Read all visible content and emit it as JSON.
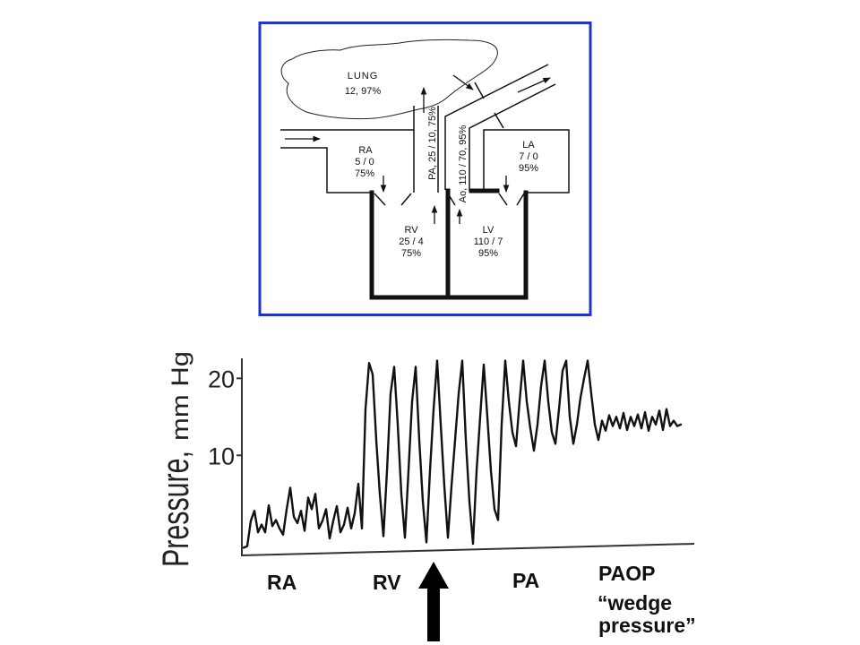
{
  "diagram": {
    "frame_color": "#2233cc",
    "lung": {
      "label": "LUNG",
      "values": "12, 97%"
    },
    "ra": {
      "label": "RA",
      "pressure": "5 / 0",
      "saturation": "75%"
    },
    "rv": {
      "label": "RV",
      "pressure": "25 / 4",
      "saturation": "75%"
    },
    "la": {
      "label": "LA",
      "pressure": "7 / 0",
      "saturation": "95%"
    },
    "lv": {
      "label": "LV",
      "pressure": "110 / 7",
      "saturation": "95%"
    },
    "pa": "PA, 25 / 10, 75%",
    "ao": "Ao, 110 / 70, 95%"
  },
  "chart_data": {
    "type": "line",
    "ylabel": {
      "main": "Pressure,",
      "unit": "mm Hg"
    },
    "yticks": [
      20,
      10
    ],
    "ylim": [
      -3,
      22.6
    ],
    "grid": false,
    "trace_color": "#111111",
    "phase_labels": {
      "ra": "RA",
      "rv": "RV",
      "pa": "PA",
      "paop": [
        "PAOP",
        "“wedge",
        "pressure”"
      ]
    },
    "series": [
      {
        "values": [
          -2.0,
          -1.8,
          1.5,
          2.8,
          0.0,
          1.0,
          0.0,
          3.5,
          0.8,
          1.6,
          0.5,
          -0.3,
          3.0,
          5.8,
          2.0,
          1.2,
          2.8,
          0.2,
          4.5,
          3.0,
          5.0,
          0.5,
          1.5,
          3.0,
          -0.8,
          1.5,
          3.4,
          0.0,
          1.0,
          3.2,
          0.5,
          2.5,
          6.3,
          0.5,
          16.0,
          22.0,
          20.5,
          12.0,
          5.0,
          -0.5,
          8.0,
          18.0,
          21.5,
          14.0,
          5.0,
          -0.7,
          8.0,
          17.0,
          21.5,
          12.0,
          4.0,
          -1.3,
          8.0,
          16.0,
          22.3,
          14.0,
          6.0,
          -0.7,
          6.0,
          12.0,
          18.0,
          22.3,
          12.0,
          4.0,
          -1.5,
          8.0,
          15.0,
          21.8,
          15.0,
          8.0,
          3.0,
          1.6,
          14.0,
          22.3,
          17.0,
          13.0,
          11.2,
          17.0,
          22.3,
          17.0,
          13.5,
          10.6,
          14.0,
          19.0,
          22.3,
          17.0,
          13.0,
          11.5,
          16.0,
          21.0,
          22.3,
          15.0,
          11.5,
          14.0,
          17.5,
          20.0,
          22.3,
          18.0,
          14.0,
          12.0,
          14.5,
          13.2,
          15.2,
          13.8,
          15.0,
          13.5,
          15.5,
          13.3,
          15.0,
          13.8,
          15.3,
          13.5,
          15.6,
          13.2,
          15.0,
          14.0,
          15.8,
          13.3,
          16.0,
          13.8,
          14.5,
          13.8,
          14.0
        ]
      }
    ]
  }
}
